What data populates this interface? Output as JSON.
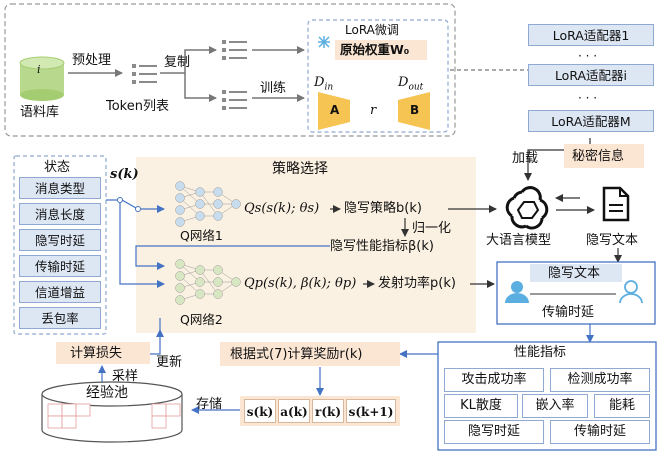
{
  "finetune": {
    "corpus_label": "语料库",
    "corpus_icon_letter": "i",
    "preprocess_label": "预处理",
    "copy_label": "复制",
    "token_list_label": "Token列表",
    "train_label": "训练",
    "lora_title": "LoRA微调",
    "orig_weight_label": "原始权重W₀",
    "din_label": "D",
    "din_sub": "in",
    "dout_label": "D",
    "dout_sub": "out",
    "a_label": "A",
    "b_label": "B",
    "r_label": "r"
  },
  "adapters": {
    "items": [
      "LoRA适配器1",
      "LoRA适配器i",
      "LoRA适配器M"
    ],
    "dots": "· · ·"
  },
  "state": {
    "title": "状态",
    "items": [
      "消息类型",
      "消息长度",
      "隐写时延",
      "传输时延",
      "信道增益",
      "丢包率"
    ],
    "s_label": "s(k)"
  },
  "policy": {
    "title": "策略选择",
    "q1_label": "Q网络1",
    "q2_label": "Q网络2",
    "qs_formula": "Qs(s(k); θs)",
    "qp_formula": "Qp(s(k), β(k); θp)",
    "stego_strategy": "隐写策略b(k)",
    "normalize": "归一化",
    "stego_perf": "隐写性能指标β(k)",
    "tx_power": "发射功率p(k)"
  },
  "llm": {
    "load_label": "加载",
    "secret_label": "秘密信息",
    "model_label": "大语言模型",
    "stego_text_label": "隐写文本"
  },
  "transmit": {
    "title": "隐写文本",
    "delay_label": "传输时延"
  },
  "metrics": {
    "title": "性能指标",
    "rows": [
      [
        "攻击成功率",
        "检测成功率"
      ],
      [
        "KL散度",
        "嵌入率",
        "能耗"
      ],
      [
        "隐写时延",
        "传输时延"
      ]
    ]
  },
  "reward": {
    "label": "根据式(7)计算奖励r(k)",
    "store_label": "存储",
    "tuple": [
      "s(k)",
      "a(k)",
      "r(k)",
      "s(k+1)"
    ]
  },
  "memory": {
    "pool_label": "经验池",
    "sample_label": "采样",
    "loss_label": "计算损失",
    "update_label": "更新"
  },
  "colors": {
    "accent_blue": "#4472c4",
    "panel_beige": "#fbf1e2",
    "box_peach": "#fbe5d3",
    "light_blue": "#dde6f3",
    "green_db": "#b8d98d"
  }
}
